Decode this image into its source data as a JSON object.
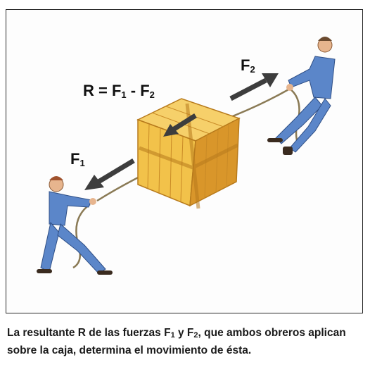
{
  "labels": {
    "resultant": {
      "main": "R = F",
      "sub1": "1",
      "mid": " - F",
      "sub2": "2"
    },
    "force1": {
      "main": "F",
      "sub": "1"
    },
    "force2": {
      "main": "F",
      "sub": "2"
    }
  },
  "caption": {
    "part1": "La resultante R de las fuerzas F",
    "sub1": "1",
    "part2": " y F",
    "sub2": "2",
    "part3": ", que ambos obreros aplican sobre la caja, determina el movimiento de ésta."
  },
  "colors": {
    "crate": "#f2c24a",
    "crate_dark": "#d9962a",
    "worker": "#5b86c9",
    "arrow": "#3d3d3d"
  }
}
